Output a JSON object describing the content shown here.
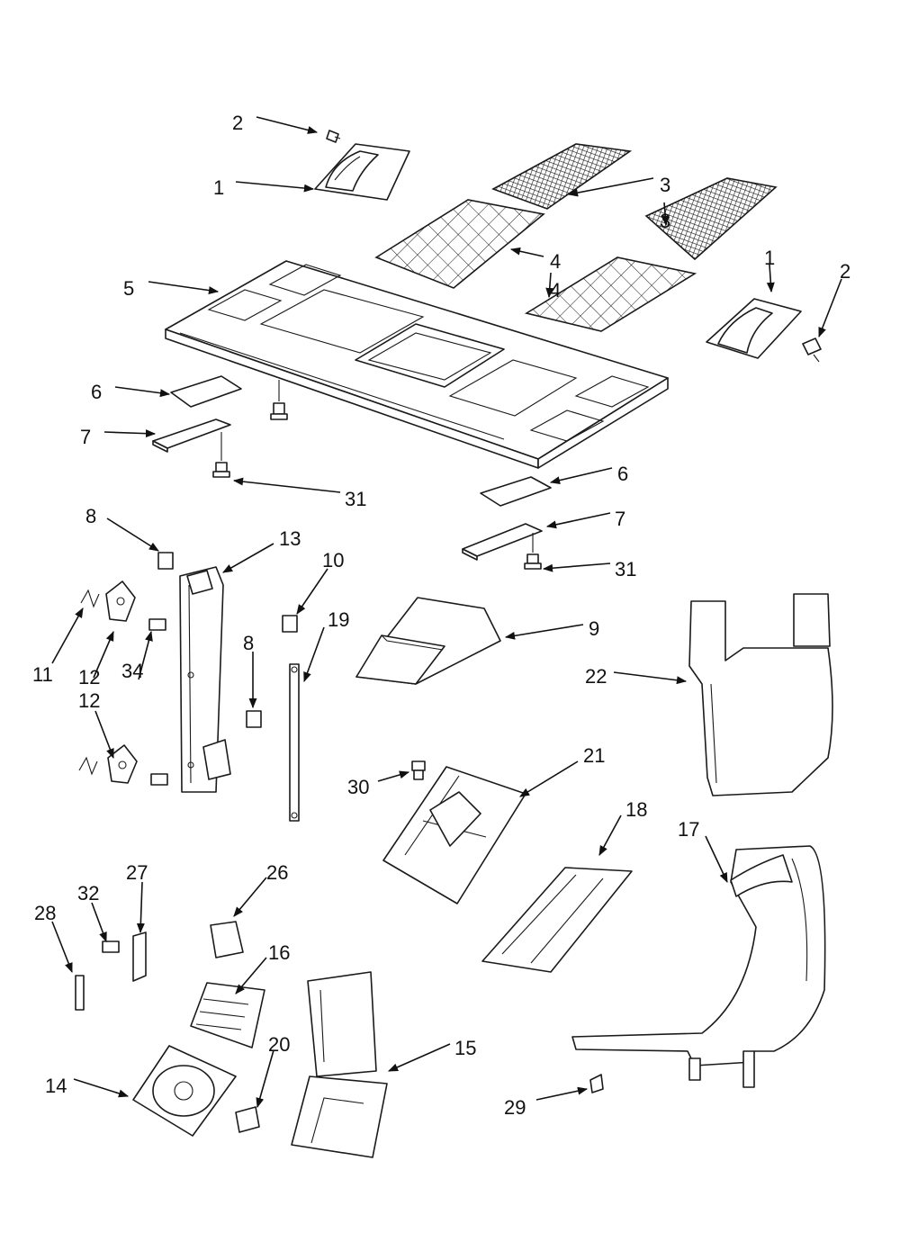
{
  "callouts": [
    {
      "label": "2"
    },
    {
      "label": "1"
    },
    {
      "label": "3"
    },
    {
      "label": "3"
    },
    {
      "label": "4"
    },
    {
      "label": "4"
    },
    {
      "label": "5"
    },
    {
      "label": "1"
    },
    {
      "label": "2"
    },
    {
      "label": "6"
    },
    {
      "label": "7"
    },
    {
      "label": "31"
    },
    {
      "label": "6"
    },
    {
      "label": "7"
    },
    {
      "label": "31"
    },
    {
      "label": "8"
    },
    {
      "label": "13"
    },
    {
      "label": "10"
    },
    {
      "label": "19"
    },
    {
      "label": "11"
    },
    {
      "label": "12"
    },
    {
      "label": "34"
    },
    {
      "label": "8"
    },
    {
      "label": "12"
    },
    {
      "label": "9"
    },
    {
      "label": "22"
    },
    {
      "label": "30"
    },
    {
      "label": "21"
    },
    {
      "label": "18"
    },
    {
      "label": "17"
    },
    {
      "label": "27"
    },
    {
      "label": "32"
    },
    {
      "label": "28"
    },
    {
      "label": "26"
    },
    {
      "label": "16"
    },
    {
      "label": "20"
    },
    {
      "label": "15"
    },
    {
      "label": "14"
    },
    {
      "label": "29"
    }
  ]
}
